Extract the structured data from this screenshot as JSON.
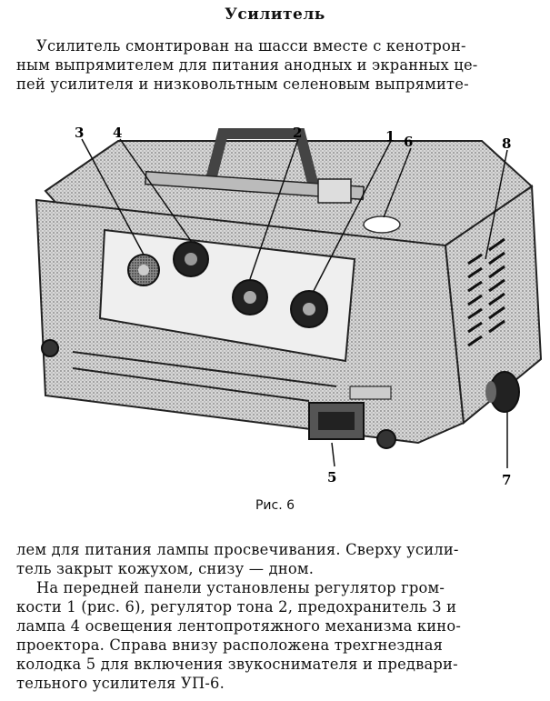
{
  "heading": "Усилитель",
  "intro_lines": [
    "Усилитель смонтирован на шасси вместе с кенотрон-",
    "ным выпрямителем для питания анодных и экранных це-",
    "пей усилителя и низковольтным селеновым выпрямите-"
  ],
  "figure": {
    "callouts": [
      "3",
      "4",
      "2",
      "1",
      "6",
      "8",
      "5",
      "7"
    ],
    "caption": "Рис. 6"
  },
  "continuation_lines": [
    "лем для питания лампы просвечивания. Сверху усили-",
    "тель закрыт кожухом, снизу — дном."
  ],
  "description_lines": [
    "На передней панели установлены регулятор гром-",
    "кости 1 (рис. 6), регулятор тона 2, предохранитель 3 и",
    "лампа 4 освещения лентопротяжного механизма кино-",
    "проектора. Справа внизу расположена трехгнездная",
    "колодка 5 для включения звукоснимателя и предвари-",
    "тельного усилителя УП-6."
  ]
}
